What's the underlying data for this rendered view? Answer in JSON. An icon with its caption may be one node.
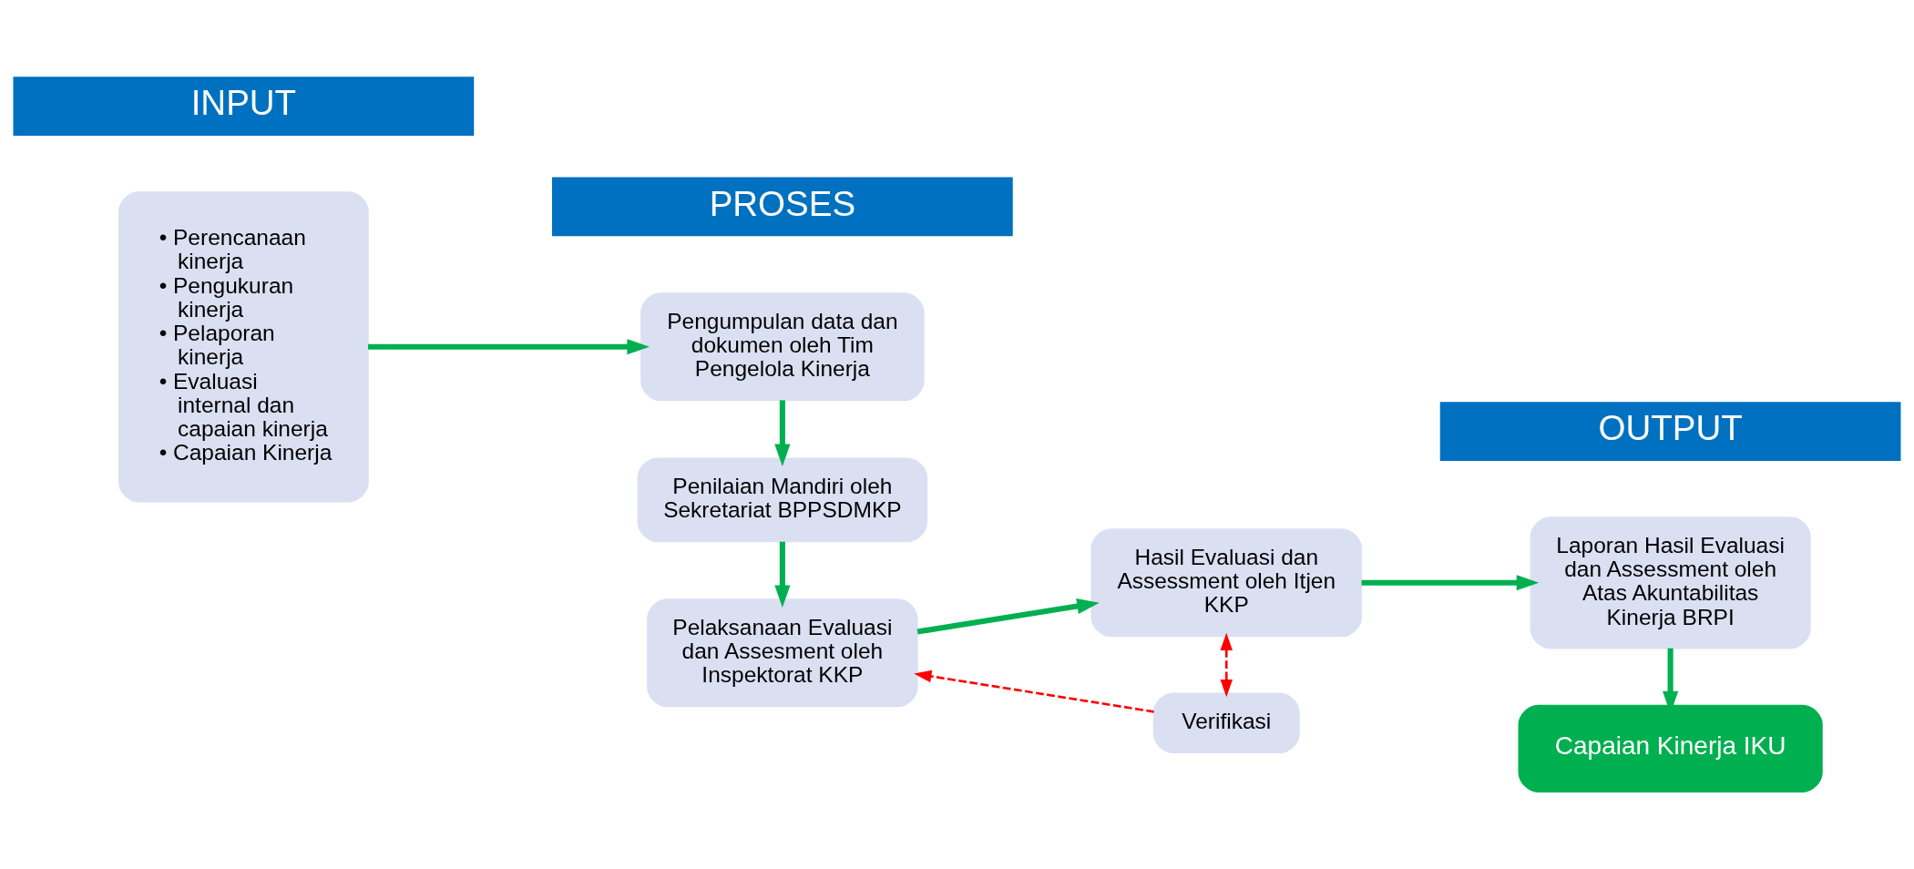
{
  "diagram": {
    "nodes": [
      {
        "text": [
          "INPUT"
        ]
      },
      {
        "text": [
          "PROSES"
        ]
      },
      {
        "text": [
          "OUTPUT"
        ]
      },
      {
        "text": [
          "• Perencanaan kinerja",
          "• Pengukuran kinerja",
          "• Pelaporan kinerja",
          "• Evaluasi internal dan capaian kinerja",
          "• Capaian Kinerja"
        ]
      },
      {
        "text": [
          "Pengumpulan data dan dokumen oleh Tim Pengelola Kinerja"
        ]
      },
      {
        "text": [
          "Penilaian Mandiri oleh Sekretariat BPPSDMKP"
        ]
      },
      {
        "text": [
          "Pelaksanaan Evaluasi dan Assesment oleh Inspektorat KKP"
        ]
      },
      {
        "text": [
          "Hasil Evaluasi dan Assessment oleh Itjen KKP"
        ]
      },
      {
        "text": [
          "Verifikasi"
        ]
      },
      {
        "text": [
          "Laporan Hasil Evaluasi dan Assessment oleh Atas Akuntabilitas Kinerja BRPI"
        ]
      },
      {
        "text": [
          "Capaian Kinerja IKU"
        ]
      }
    ],
    "edges": [
      {
        "from": 3,
        "to": 4,
        "arrow": "to"
      },
      {
        "from": 4,
        "to": 5,
        "arrow": "to"
      },
      {
        "from": 5,
        "to": 6,
        "arrow": "to"
      },
      {
        "from": 6,
        "to": 7,
        "arrow": "to"
      },
      {
        "from": 7,
        "to": 9,
        "arrow": "to"
      },
      {
        "from": 9,
        "to": 10,
        "arrow": "to"
      },
      {
        "from": 7,
        "to": 8,
        "arrow": "both",
        "style": "dashed",
        "color": "#ff0000"
      },
      {
        "from": 8,
        "to": 6,
        "arrow": "to",
        "style": "dashed",
        "color": "#ff0000"
      }
    ]
  }
}
